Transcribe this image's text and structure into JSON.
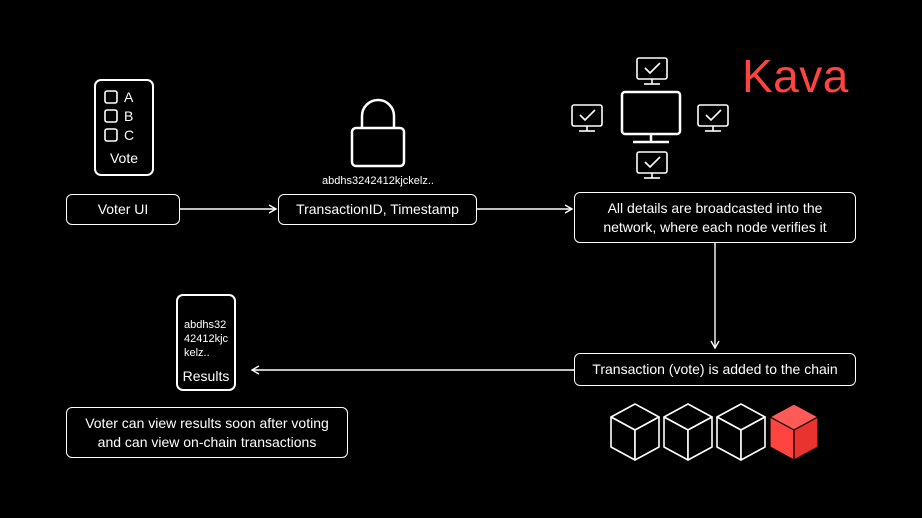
{
  "brand": {
    "name": "Kava",
    "accent": "#ff433e"
  },
  "ballot": {
    "options": [
      "A",
      "B",
      "C"
    ],
    "label": "Vote"
  },
  "lock": {
    "hash": "abdhs3242412kjckelz.."
  },
  "results_device": {
    "hash_lines": [
      "abdhs32",
      "42412kjc",
      "kelz.."
    ],
    "label": "Results"
  },
  "steps": {
    "voter_ui": "Voter UI",
    "transaction": "TransactionID, Timestamp",
    "broadcast": [
      "All details are broadcasted into the",
      "network, where each node verifies it"
    ],
    "added": "Transaction (vote) is added to the chain",
    "view": [
      "Voter can view results soon after voting",
      "and can view on-chain transactions"
    ]
  },
  "icons": {
    "ballot": "ballot-phone-icon",
    "lock": "padlock-icon",
    "network": "network-monitors-icon",
    "blockchain": "blockchain-cubes-icon"
  }
}
